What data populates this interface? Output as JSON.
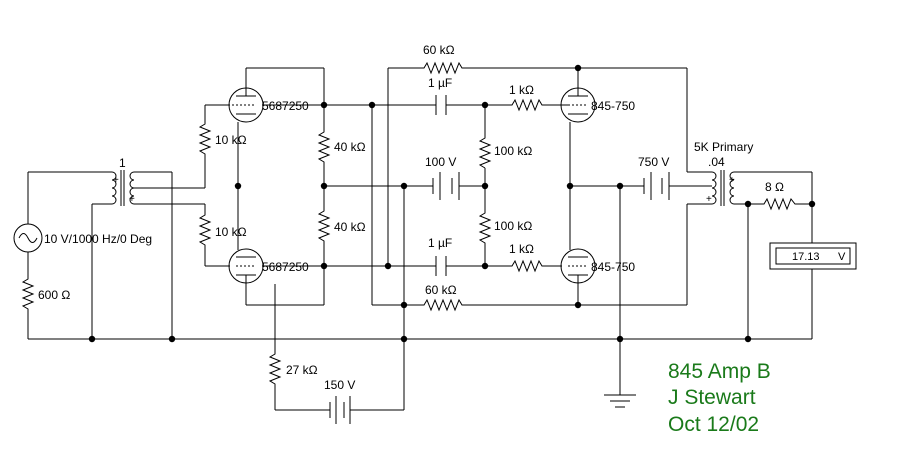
{
  "source": {
    "label": "10 V/1000 Hz/0 Deg"
  },
  "source_resistor": {
    "label": "600 Ω"
  },
  "input_transformer": {
    "ratio": "1"
  },
  "grid_resistor_top": {
    "label": "10 kΩ"
  },
  "grid_resistor_bottom": {
    "label": "10 kΩ"
  },
  "driver_tube_top": {
    "label": "5687250"
  },
  "driver_tube_bottom": {
    "label": "5687250"
  },
  "plate_resistor_top": {
    "label": "40 kΩ"
  },
  "plate_resistor_bottom": {
    "label": "40 kΩ"
  },
  "cathode_resistor": {
    "label": "27 kΩ"
  },
  "bias_supply": {
    "label": "150 V"
  },
  "feedback_resistor_top": {
    "label": "60 kΩ"
  },
  "feedback_resistor_bottom": {
    "label": "60 kΩ"
  },
  "coupling_cap_top": {
    "label": "1 µF"
  },
  "coupling_cap_bottom": {
    "label": "1 µF"
  },
  "grid_bias_supply": {
    "label": "100 V"
  },
  "bias_resistor_top": {
    "label": "100 kΩ"
  },
  "bias_resistor_bottom": {
    "label": "100 kΩ"
  },
  "grid_stopper_top": {
    "label": "1 kΩ"
  },
  "grid_stopper_bottom": {
    "label": "1 kΩ"
  },
  "output_tube_top": {
    "label": "845-750"
  },
  "output_tube_bottom": {
    "label": "845-750"
  },
  "plate_supply": {
    "label": "750 V"
  },
  "output_transformer": {
    "primary": "5K Primary",
    "ratio": ".04"
  },
  "load_resistor": {
    "label": "8 Ω"
  },
  "voltmeter": {
    "reading": "17.13",
    "unit": "V"
  },
  "credits": {
    "title": "845 Amp B",
    "author": "J Stewart",
    "date": "Oct 12/02"
  }
}
